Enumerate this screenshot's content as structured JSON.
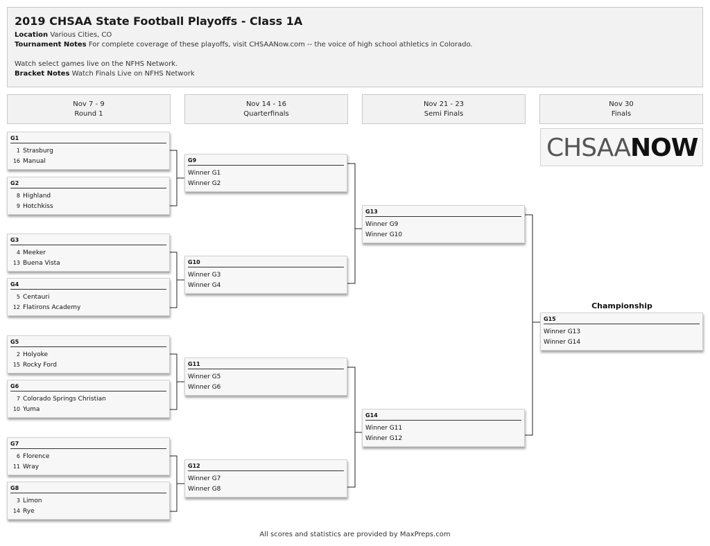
{
  "header": {
    "title": "2019 CHSAA State Football Playoffs - Class 1A",
    "location_label": "Location",
    "location_value": "Various Cities, CO",
    "notes_label": "Tournament Notes",
    "notes_pre": "For complete coverage of these playoffs, visit",
    "notes_link": "CHSAANow.com",
    "notes_post": "-- the voice of high school athletics in Colorado.",
    "watch_text": "Watch select games live on the NFHS Network.",
    "bracket_notes_label": "Bracket Notes",
    "bracket_notes_value": "Watch Finals Live on NFHS Network"
  },
  "rounds": [
    {
      "dates": "Nov 7 - 9",
      "name": "Round 1"
    },
    {
      "dates": "Nov 14 - 16",
      "name": "Quarterfinals"
    },
    {
      "dates": "Nov 21 - 23",
      "name": "Semi Finals"
    },
    {
      "dates": "Nov 30",
      "name": "Finals"
    }
  ],
  "round1": [
    {
      "id": "G1",
      "t1_seed": "1",
      "t1": "Strasburg",
      "t2_seed": "16",
      "t2": "Manual"
    },
    {
      "id": "G2",
      "t1_seed": "8",
      "t1": "Highland",
      "t2_seed": "9",
      "t2": "Hotchkiss"
    },
    {
      "id": "G3",
      "t1_seed": "4",
      "t1": "Meeker",
      "t2_seed": "13",
      "t2": "Buena Vista"
    },
    {
      "id": "G4",
      "t1_seed": "5",
      "t1": "Centauri",
      "t2_seed": "12",
      "t2": "Flatirons Academy"
    },
    {
      "id": "G5",
      "t1_seed": "2",
      "t1": "Holyoke",
      "t2_seed": "15",
      "t2": "Rocky Ford"
    },
    {
      "id": "G6",
      "t1_seed": "7",
      "t1": "Colorado Springs Christian",
      "t2_seed": "10",
      "t2": "Yuma"
    },
    {
      "id": "G7",
      "t1_seed": "6",
      "t1": "Florence",
      "t2_seed": "11",
      "t2": "Wray"
    },
    {
      "id": "G8",
      "t1_seed": "3",
      "t1": "Limon",
      "t2_seed": "14",
      "t2": "Rye"
    }
  ],
  "quarterfinals": [
    {
      "id": "G9",
      "t1": "Winner G1",
      "t2": "Winner G2"
    },
    {
      "id": "G10",
      "t1": "Winner G3",
      "t2": "Winner G4"
    },
    {
      "id": "G11",
      "t1": "Winner G5",
      "t2": "Winner G6"
    },
    {
      "id": "G12",
      "t1": "Winner G7",
      "t2": "Winner G8"
    }
  ],
  "semifinals": [
    {
      "id": "G13",
      "t1": "Winner G9",
      "t2": "Winner G10"
    },
    {
      "id": "G14",
      "t1": "Winner G11",
      "t2": "Winner G12"
    }
  ],
  "final": {
    "label": "Championship",
    "id": "G15",
    "t1": "Winner G13",
    "t2": "Winner G14"
  },
  "logo": {
    "thin": "CHSAA",
    "bold": "NOW"
  },
  "footer": {
    "pre": "All scores and statistics are provided by",
    "link": "MaxPreps.com"
  }
}
